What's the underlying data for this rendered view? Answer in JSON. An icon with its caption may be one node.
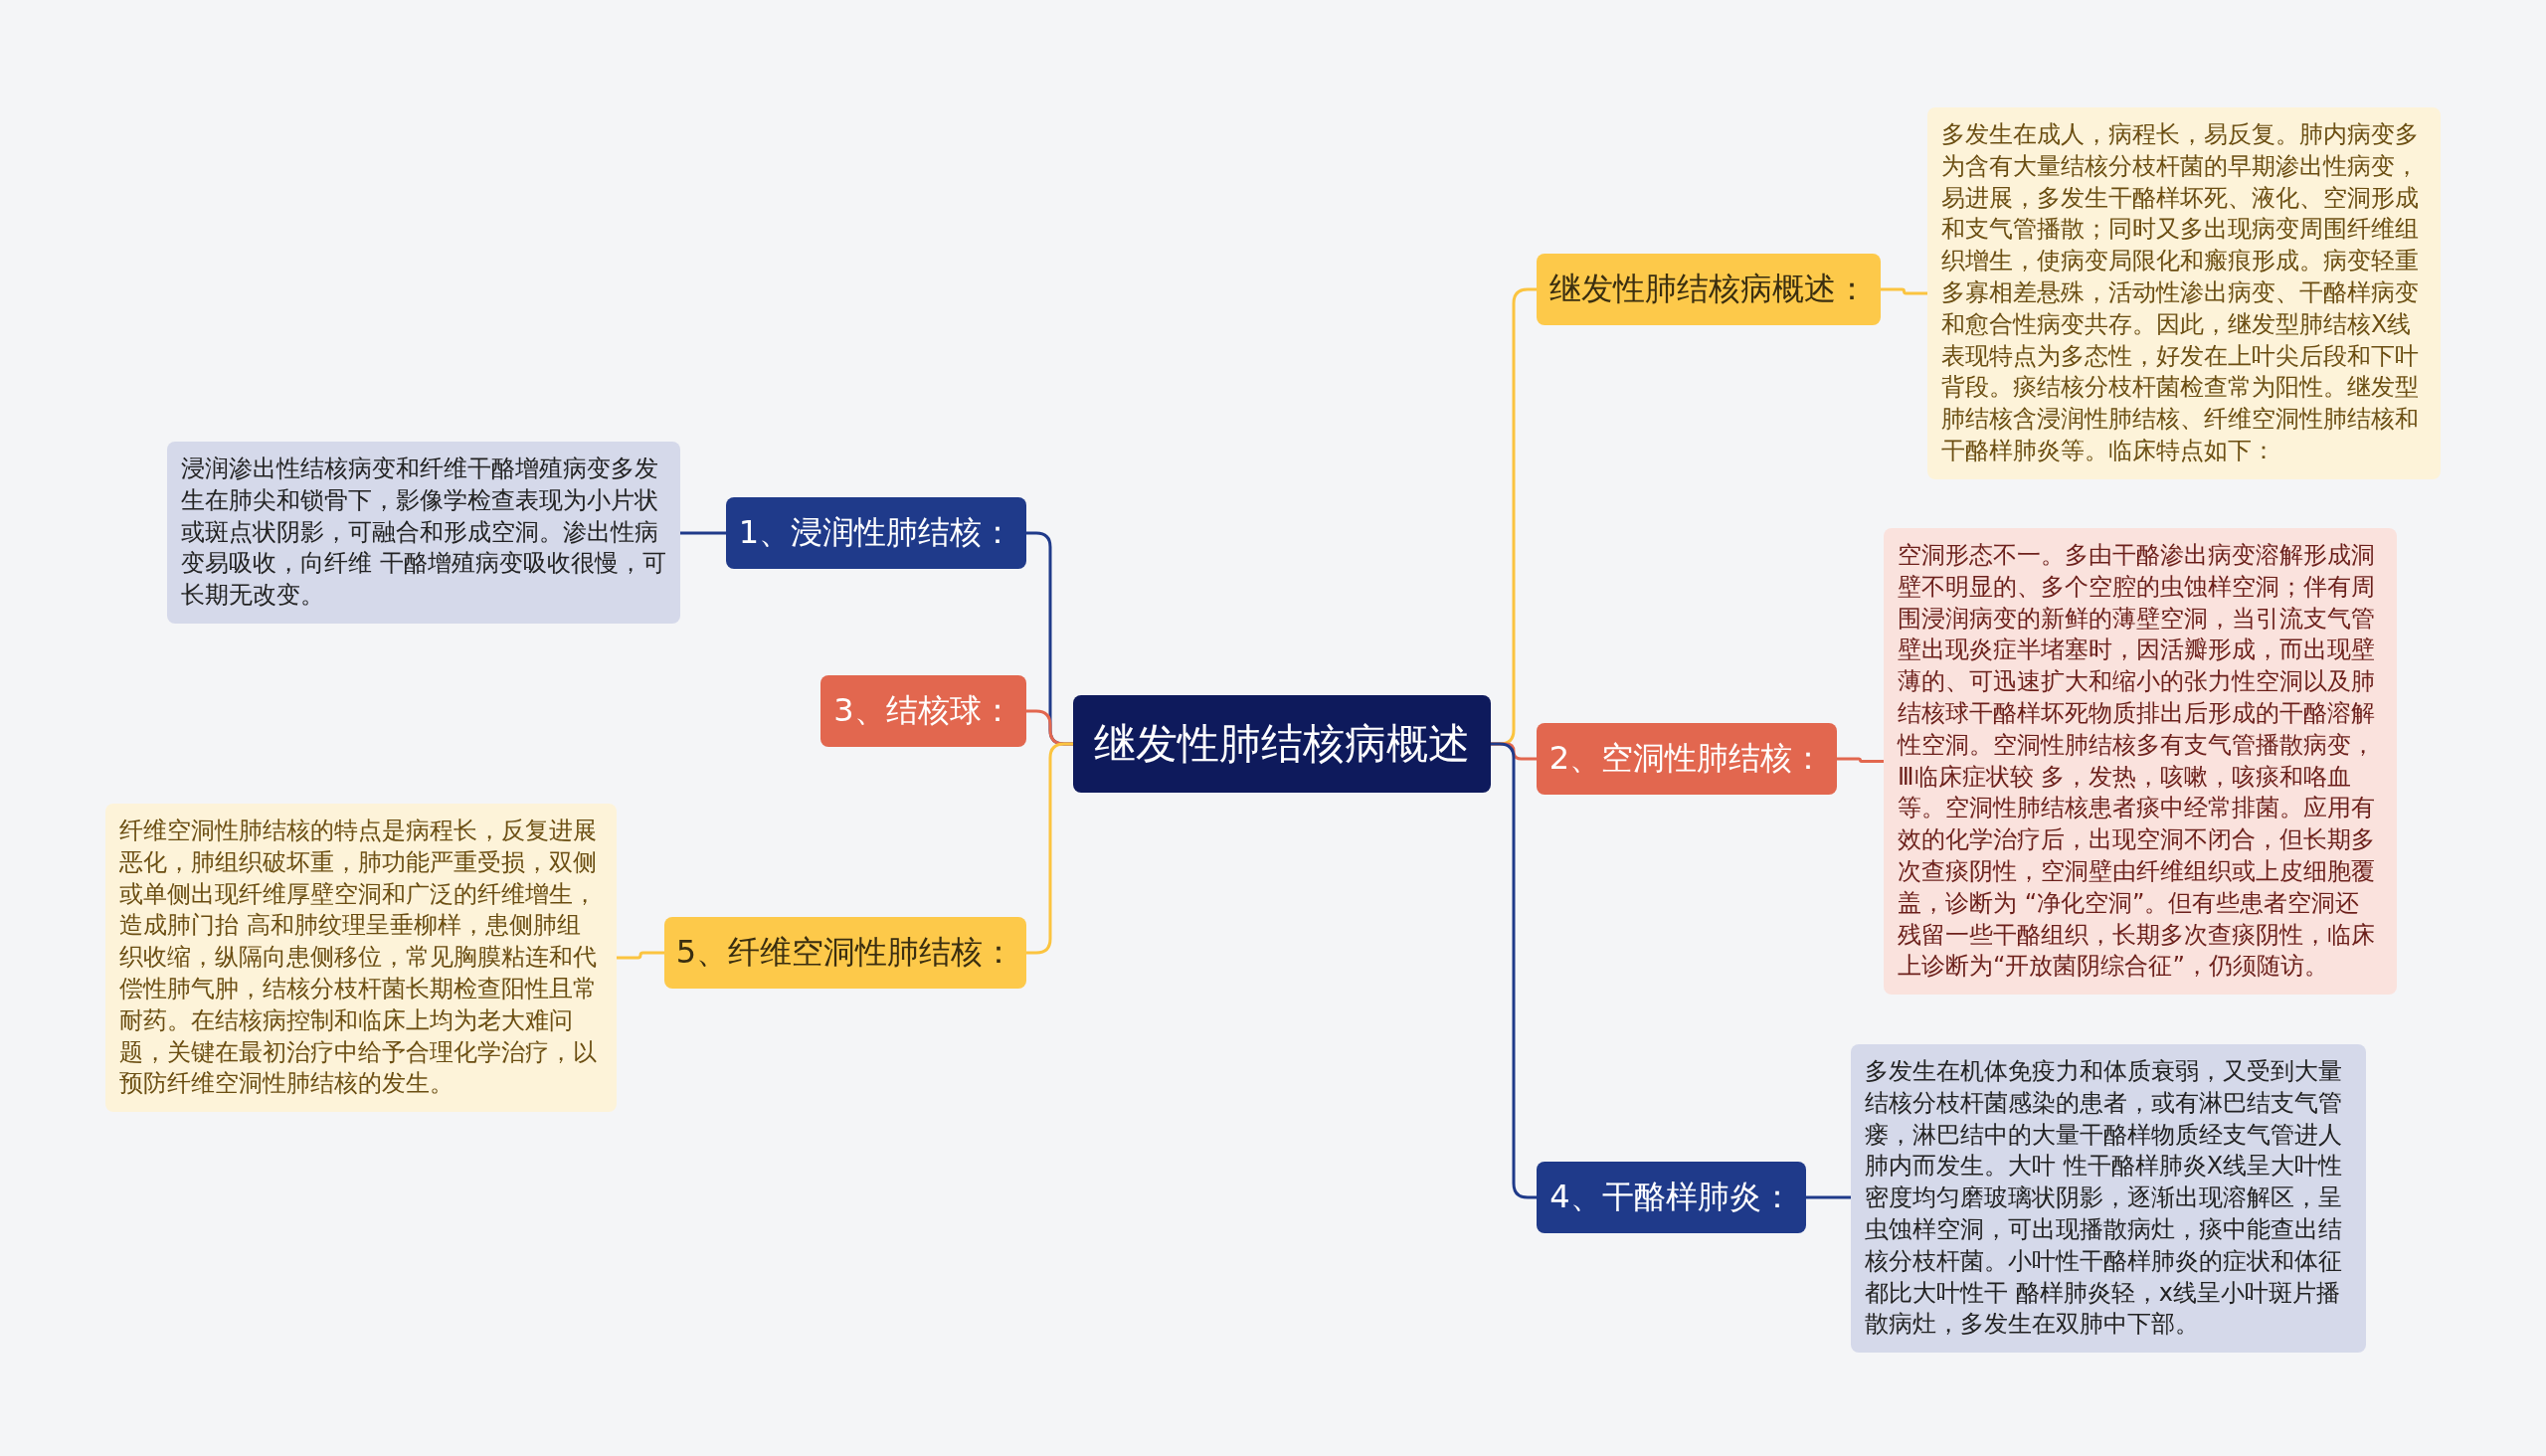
{
  "diagram": {
    "nodes": [
      {
        "text": [
          "继发性肺结核病概述"
        ]
      },
      {
        "text": [
          "1、浸润性肺结核："
        ]
      },
      {
        "text": [
          "浸润渗出性结核病变和纤维干酪增殖病变多发生在肺尖和锁骨下，影像学检查表现为小片状或斑点状阴影，可融合和形成空洞。渗出性病变易吸收，向纤维 干酪增殖病变吸收很慢，可长期无改变。"
        ]
      },
      {
        "text": [
          "3、结核球："
        ]
      },
      {
        "text": [
          "5、纤维空洞性肺结核："
        ]
      },
      {
        "text": [
          "纤维空洞性肺结核的特点是病程长，反复进展恶化，肺组织破坏重，肺功能严重受损，双侧或单侧出现纤维厚壁空洞和广泛的纤维增生，造成肺门抬 高和肺纹理呈垂柳样，患侧肺组织收缩，纵隔向患侧移位，常见胸膜粘连和代偿性肺气肿，结核分枝杆菌长期检查阳性且常耐药。在结核病控制和临床上均为老大难问题，关键在最初治疗中给予合理化学治疗，以预防纤维空洞性肺结核的发生。"
        ]
      },
      {
        "text": [
          "继发性肺结核病概述："
        ]
      },
      {
        "text": [
          "多发生在成人，病程长，易反复。肺内病变多为含有大量结核分枝杆菌的早期渗出性病变，易进展，多发生干酪样坏死、液化、空洞形成和支气管播散；同时又多出现病变周围纤维组织增生，使病变局限化和瘢痕形成。病变轻重多寡相差悬殊，活动性渗出病变、干酪样病变和愈合性病变共存。因此，继发型肺结核X线表现特点为多态性，好发在上叶尖后段和下叶背段。痰结核分枝杆菌检查常为阳性。继发型肺结核含浸润性肺结核、纤维空洞性肺结核和干酪样肺炎等。临床特点如下："
        ]
      },
      {
        "text": [
          "2、空洞性肺结核："
        ]
      },
      {
        "text": [
          "空洞形态不一。多由干酪渗出病变溶解形成洞壁不明显的、多个空腔的虫蚀样空洞；伴有周围浸润病变的新鲜的薄壁空洞，当引流支气管壁出现炎症半堵塞时，因活瓣形成，而出现壁薄的、可迅速扩大和缩小的张力性空洞以及肺结核球干酪样坏死物质排出后形成的干酪溶解性空洞。空洞性肺结核多有支气管播散病变，Ⅲ临床症状较 多，发热，咳嗽，咳痰和咯血等。空洞性肺结核患者痰中经常排菌。应用有效的化学治疗后，出现空洞不闭合，但长期多次查痰阴性，空洞壁由纤维组织或上皮细胞覆盖，诊断为 “净化空洞”。但有些患者空洞还残留一些干酪组织，长期多次查痰阴性，临床上诊断为“开放菌阴综合征”，仍须随访。"
        ]
      },
      {
        "text": [
          "4、干酪样肺炎："
        ]
      },
      {
        "text": [
          "多发生在机体免疫力和体质衰弱，又受到大量结核分枝杆菌感染的患者，或有淋巴结支气管瘘，淋巴结中的大量干酪样物质经支气管进人肺内而发生。大叶 性干酪样肺炎X线呈大叶性密度均匀磨玻璃状阴影，逐渐出现溶解区，呈虫蚀样空洞，可出现播散病灶，痰中能查出结核分枝杆菌。小叶性干酪样肺炎的症状和体征都比大叶性干 酪样肺炎轻，x线呈小叶斑片播散病灶，多发生在双肺中下部。"
        ]
      }
    ],
    "edges": [
      {
        "from": 0,
        "to": 1,
        "arrow": "none",
        "color": "#1f3a8a"
      },
      {
        "from": 0,
        "to": 3,
        "arrow": "none",
        "color": "#e2674f"
      },
      {
        "from": 0,
        "to": 4,
        "arrow": "none",
        "color": "#fbc440"
      },
      {
        "from": 0,
        "to": 6,
        "arrow": "none",
        "color": "#fbc440"
      },
      {
        "from": 0,
        "to": 8,
        "arrow": "none",
        "color": "#e2674f"
      },
      {
        "from": 0,
        "to": 10,
        "arrow": "none",
        "color": "#1f3a8a"
      },
      {
        "from": 1,
        "to": 2,
        "arrow": "none",
        "color": "#1f3a8a"
      },
      {
        "from": 4,
        "to": 5,
        "arrow": "none",
        "color": "#fbc440"
      },
      {
        "from": 6,
        "to": 7,
        "arrow": "none",
        "color": "#fbc440"
      },
      {
        "from": 8,
        "to": 9,
        "arrow": "none",
        "color": "#e2674f"
      },
      {
        "from": 10,
        "to": 11,
        "arrow": "none",
        "color": "#1f3a8a"
      }
    ]
  }
}
